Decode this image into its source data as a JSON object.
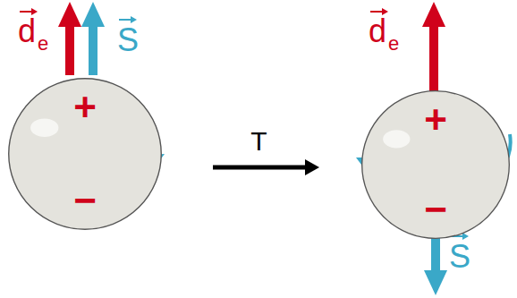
{
  "diagram": {
    "nodes": [
      {
        "text": [
          "+",
          "−"
        ]
      },
      {
        "text": [
          "+",
          "−"
        ]
      }
    ],
    "edges": [
      {
        "from": 0,
        "to": 1,
        "arrow": "to",
        "label": "T"
      }
    ],
    "labels": [
      "d",
      "e",
      "S",
      "d",
      "e",
      "S"
    ]
  }
}
